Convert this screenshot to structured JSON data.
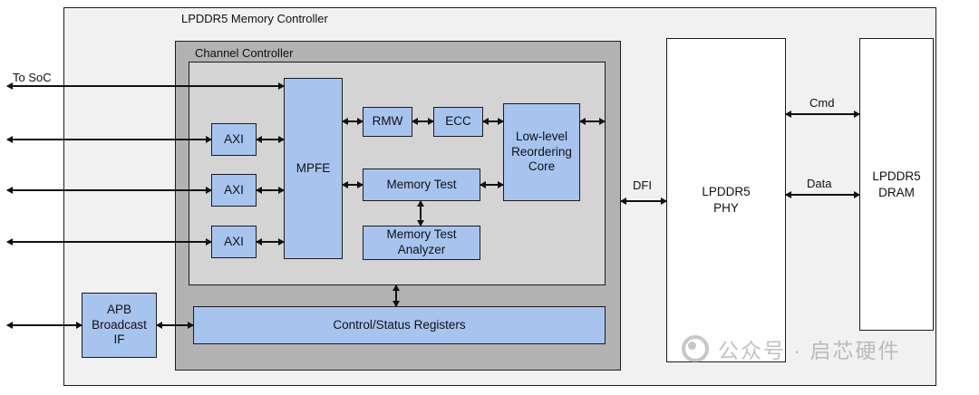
{
  "diagram": {
    "title": "LPDDR5 Memory Controller",
    "channel_controller_label": "Channel Controller",
    "to_soc_label": "To SoC",
    "blocks": {
      "axi": "AXI",
      "mpfe": "MPFE",
      "rmw": "RMW",
      "ecc": "ECC",
      "reordering_core": [
        "Low-level",
        "Reordering",
        "Core"
      ],
      "memory_test": "Memory Test",
      "memory_test_analyzer": [
        "Memory Test",
        "Analyzer"
      ],
      "control_status_registers": "Control/Status Registers",
      "apb_broadcast_if": [
        "APB",
        "Broadcast",
        "IF"
      ],
      "phy": [
        "LPDDR5",
        "PHY"
      ],
      "dram": [
        "LPDDR5",
        "DRAM"
      ]
    },
    "bus_labels": {
      "dfi": "DFI",
      "cmd": "Cmd",
      "data": "Data"
    },
    "watermark": "公众号 · 启芯硬件"
  },
  "colors": {
    "block_fill": "#a7c4ef",
    "container_fill": "#f1f1f1",
    "channel_fill": "#b2b2b2",
    "inner_fill": "#d4d4d4"
  }
}
